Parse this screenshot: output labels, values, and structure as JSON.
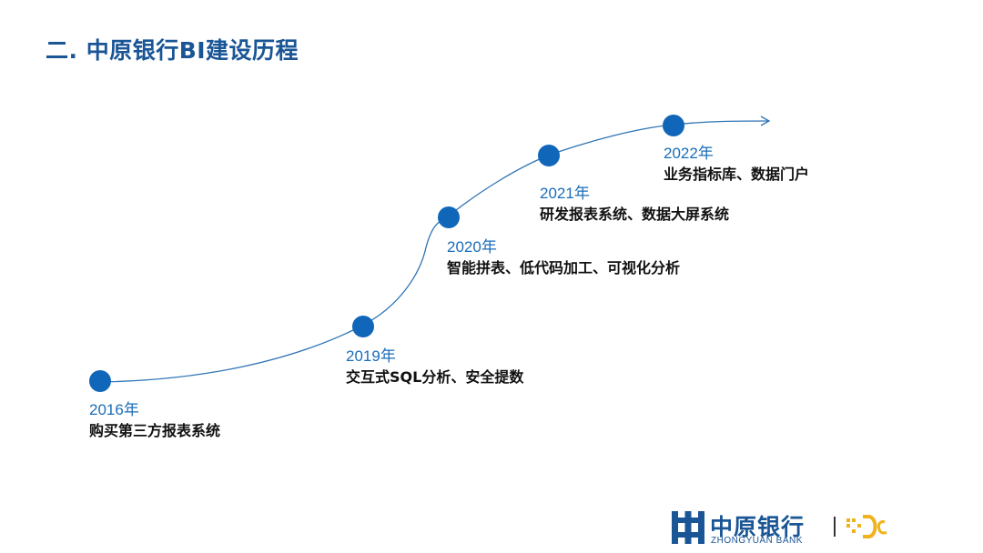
{
  "header": {
    "title": "二. 中原银行BI建设历程"
  },
  "milestones": [
    {
      "year": "2016年",
      "desc": "购买第三方报表系统"
    },
    {
      "year": "2019年",
      "desc": "交互式SQL分析、安全提数"
    },
    {
      "year": "2020年",
      "desc": "智能拼表、低代码加工、可视化分析"
    },
    {
      "year": "2021年",
      "desc": "研发报表系统、数据大屏系统"
    },
    {
      "year": "2022年",
      "desc": "业务指标库、数据门户"
    }
  ],
  "footer": {
    "bank_name_cn": "中原银行",
    "bank_name_en": "ZHONGYUAN BANK"
  },
  "colors": {
    "title": "#1a5596",
    "node": "#1066b8",
    "line": "#2f74b5",
    "year": "#1a6db8",
    "logo_gold": "#f0b21c"
  }
}
